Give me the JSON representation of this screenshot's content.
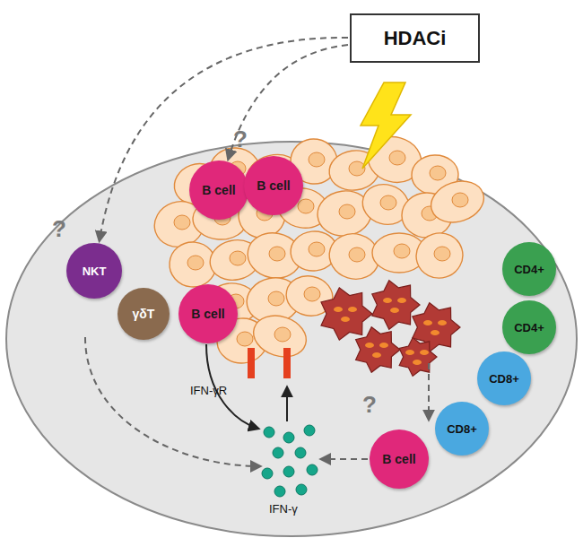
{
  "diagram": {
    "nodes": [
      {
        "text": [
          "HDACi"
        ]
      },
      {
        "text": [
          "B cell"
        ]
      },
      {
        "text": [
          "B cell"
        ]
      },
      {
        "text": [
          "NKT"
        ]
      },
      {
        "text": [
          "γδT"
        ]
      },
      {
        "text": [
          "B cell"
        ]
      },
      {
        "text": [
          "CD4+"
        ]
      },
      {
        "text": [
          "CD4+"
        ]
      },
      {
        "text": [
          "CD8+"
        ]
      },
      {
        "text": [
          "CD8+"
        ]
      },
      {
        "text": [
          "B cell"
        ]
      }
    ],
    "edges": [
      {
        "from": 0,
        "to": 3,
        "arrow": "to"
      },
      {
        "from": 0,
        "to": 1,
        "arrow": "to"
      }
    ],
    "labels": [
      "?",
      "?",
      "IFN-γR",
      "?",
      "IFN-γ"
    ]
  }
}
